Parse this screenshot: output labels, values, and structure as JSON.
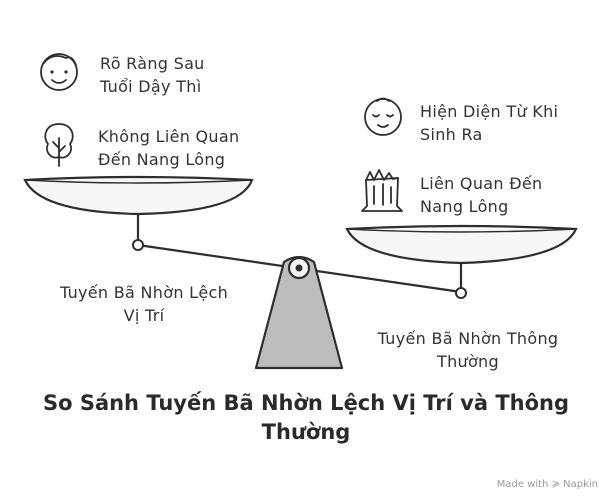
{
  "title": {
    "line1": "So Sánh Tuyến Bã Nhờn Lệch Vị Trí và Thông",
    "line2": "Thường"
  },
  "left_pan": {
    "items": [
      {
        "icon": "child-face-icon",
        "line1": "Rõ Ràng Sau",
        "line2": "Tuổi Dậy Thì"
      },
      {
        "icon": "tree-icon",
        "line1": "Không Liên Quan",
        "line2": "Đến Nang Lông"
      }
    ],
    "caption": {
      "line1": "Tuyến Bã Nhờn Lệch",
      "line2": "Vị Trí"
    }
  },
  "right_pan": {
    "items": [
      {
        "icon": "baby-face-icon",
        "line1": "Hiện Diện Từ Khi",
        "line2": "Sinh Ra"
      },
      {
        "icon": "tree-stump-icon",
        "line1": "Liên Quan Đến",
        "line2": "Nang Lông"
      }
    ],
    "caption": {
      "line1": "Tuyến Bã Nhờn Thông",
      "line2": "Thường"
    }
  },
  "branding": {
    "text": "Made with ≽ Napkin"
  }
}
